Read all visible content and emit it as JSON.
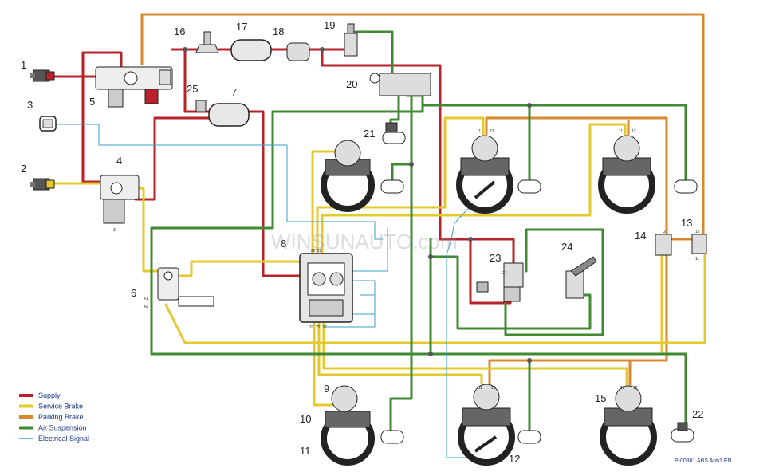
{
  "colors": {
    "supply": "#b8232b",
    "service": "#e3c92b",
    "parking": "#d8892f",
    "air": "#3f8a32",
    "signal": "#3a9fc9",
    "outline": "#2a2a2a"
  },
  "legend": [
    {
      "key": "supply",
      "label": "Supply"
    },
    {
      "key": "service",
      "label": "Service Brake"
    },
    {
      "key": "parking",
      "label": "Parking Brake"
    },
    {
      "key": "air",
      "label": "Air Suspension"
    },
    {
      "key": "signal",
      "label": "Electrical Signal"
    }
  ],
  "callouts": {
    "c1": "1",
    "c2": "2",
    "c3": "3",
    "c4": "4",
    "c5": "5",
    "c6": "6",
    "c7": "7",
    "c8": "8",
    "c9": "9",
    "c10": "10",
    "c11": "11",
    "c12": "12",
    "c13": "13",
    "c14": "14",
    "c15": "15",
    "c16": "16",
    "c17": "17",
    "c18": "18",
    "c19": "19",
    "c20": "20",
    "c21": "21",
    "c22": "22",
    "c23": "23",
    "c24": "24",
    "c25": "25"
  },
  "port_labels": {
    "p11": "11",
    "p12": "12",
    "p21": "21",
    "p22": "22",
    "p1": "1",
    "p2": "2",
    "p3": "3",
    "p41": "41",
    "p42": "42"
  },
  "watermark": "WINSUNAUTO.com",
  "reference": "P-00301 ABS Anh1 EN"
}
